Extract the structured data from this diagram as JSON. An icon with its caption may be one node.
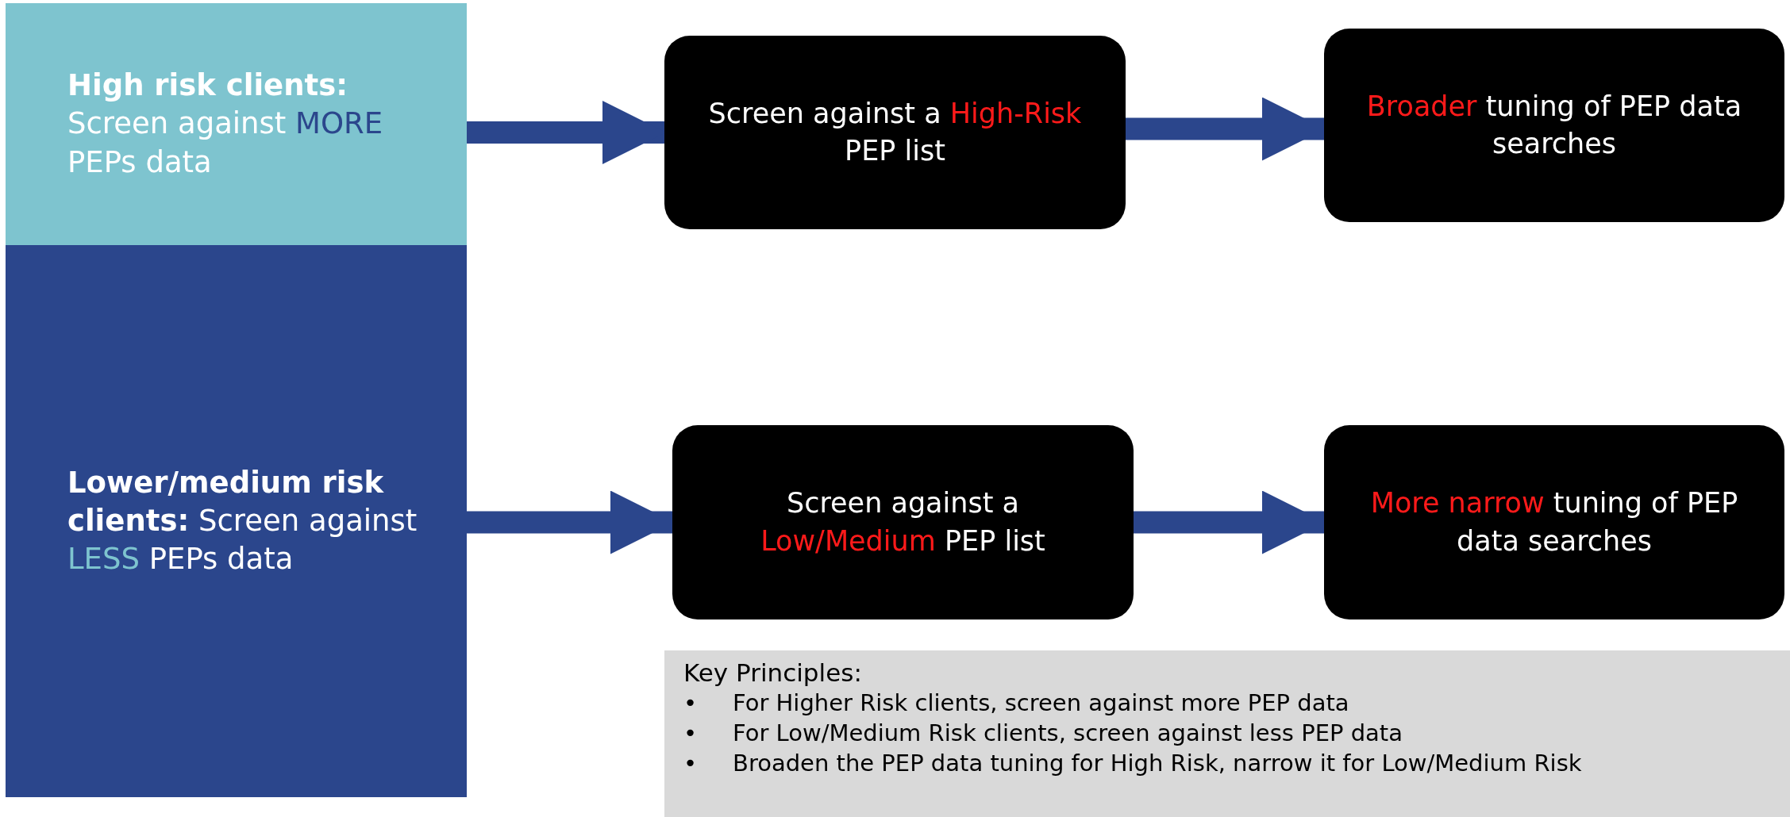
{
  "diagram": {
    "nodes": [
      {
        "text": [
          "High risk clients:",
          "Screen against **MORE** PEPs data"
        ]
      },
      {
        "text": [
          "Lower/medium risk clients:",
          "Screen against **LESS** PEPs data"
        ]
      },
      {
        "text": [
          "Screen against a **High-Risk** PEP list"
        ]
      },
      {
        "text": [
          "**Broader** tuning of PEP data searches"
        ]
      },
      {
        "text": [
          "Screen against a **Low/Medium** PEP list"
        ]
      },
      {
        "text": [
          "**More narrow** tuning of PEP data searches"
        ]
      },
      {
        "text": [
          "Key Principles:",
          "For Higher Risk clients, screen against more PEP data",
          "For Low/Medium Risk clients, screen against less PEP data",
          "Broaden the PEP data tuning for High Risk, narrow it for Low/Medium Risk"
        ]
      }
    ],
    "edges": [
      {
        "from": 0,
        "to": 2,
        "arrow": "to"
      },
      {
        "from": 2,
        "to": 3,
        "arrow": "to"
      },
      {
        "from": 1,
        "to": 4,
        "arrow": "to"
      },
      {
        "from": 4,
        "to": 5,
        "arrow": "to"
      }
    ],
    "labels": [
      "•",
      "•",
      "•"
    ]
  }
}
